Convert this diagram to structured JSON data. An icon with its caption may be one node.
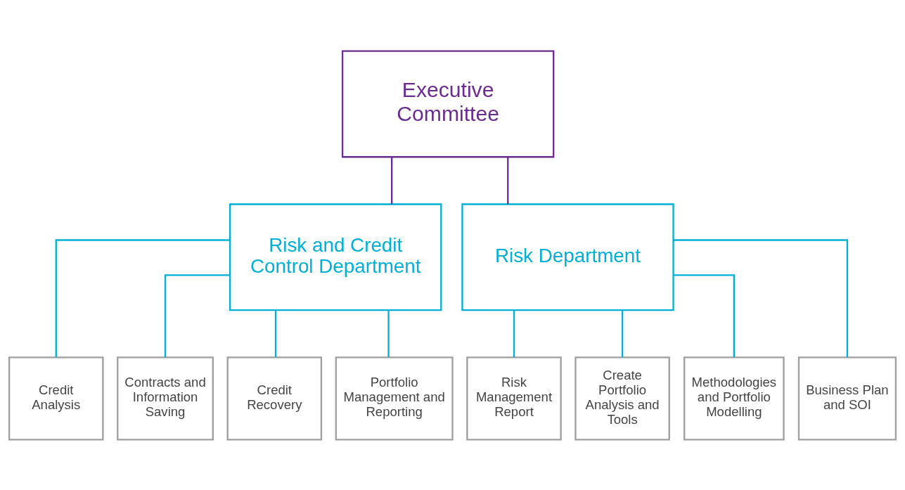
{
  "diagram": {
    "nodes": [
      {
        "text": [
          "Executive Committee"
        ]
      },
      {
        "text": [
          "Risk and Credit Control Department"
        ]
      },
      {
        "text": [
          "Risk Department"
        ]
      },
      {
        "text": [
          "Credit Analysis"
        ]
      },
      {
        "text": [
          "Contracts and Information Saving"
        ]
      },
      {
        "text": [
          "Credit Recovery"
        ]
      },
      {
        "text": [
          "Portfolio Management and Reporting"
        ]
      },
      {
        "text": [
          "Risk Management Report"
        ]
      },
      {
        "text": [
          "Create Portfolio Analysis and Tools"
        ]
      },
      {
        "text": [
          "Methodologies and Portfolio Modelling"
        ]
      },
      {
        "text": [
          "Business Plan and SOI"
        ]
      }
    ],
    "edges": [
      {
        "from": 0,
        "to": 1,
        "arrow": "none",
        "color": "#6b2c91"
      },
      {
        "from": 0,
        "to": 2,
        "arrow": "none",
        "color": "#6b2c91"
      },
      {
        "from": 1,
        "to": 3,
        "arrow": "none"
      },
      {
        "from": 1,
        "to": 4,
        "arrow": "none"
      },
      {
        "from": 1,
        "to": 5,
        "arrow": "none"
      },
      {
        "from": 1,
        "to": 6,
        "arrow": "none"
      },
      {
        "from": 2,
        "to": 7,
        "arrow": "none"
      },
      {
        "from": 2,
        "to": 8,
        "arrow": "none"
      },
      {
        "from": 2,
        "to": 9,
        "arrow": "none"
      },
      {
        "from": 2,
        "to": 10,
        "arrow": "none"
      }
    ]
  }
}
